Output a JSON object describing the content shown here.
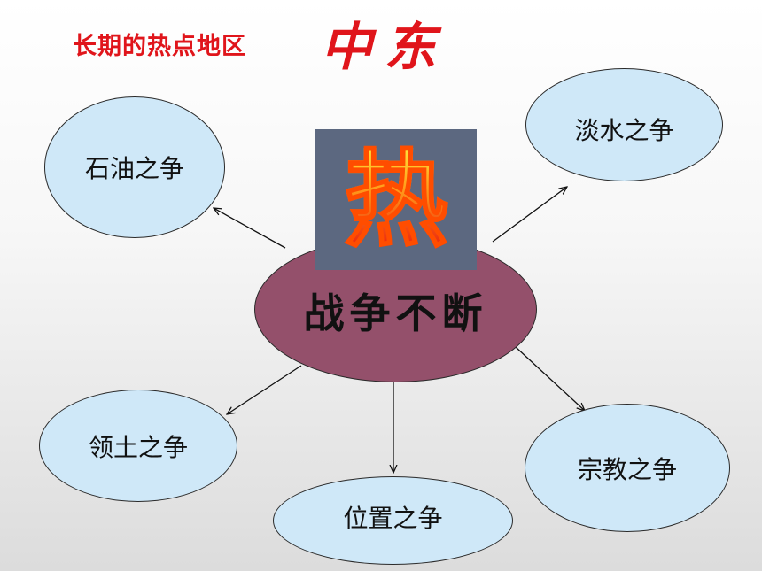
{
  "title": {
    "text": "长期的热点地区",
    "highlight": "中东"
  },
  "center": {
    "icon_char": "热",
    "label": "战争不断"
  },
  "nodes": {
    "oil": "石油之争",
    "water": "淡水之争",
    "territory": "领土之争",
    "position": "位置之争",
    "religion": "宗教之争"
  },
  "colors": {
    "title": "#e0151b",
    "bubble_fill": "#cfe8f8",
    "center_fill": "#94506b",
    "heat_bg": "#5c6880"
  }
}
